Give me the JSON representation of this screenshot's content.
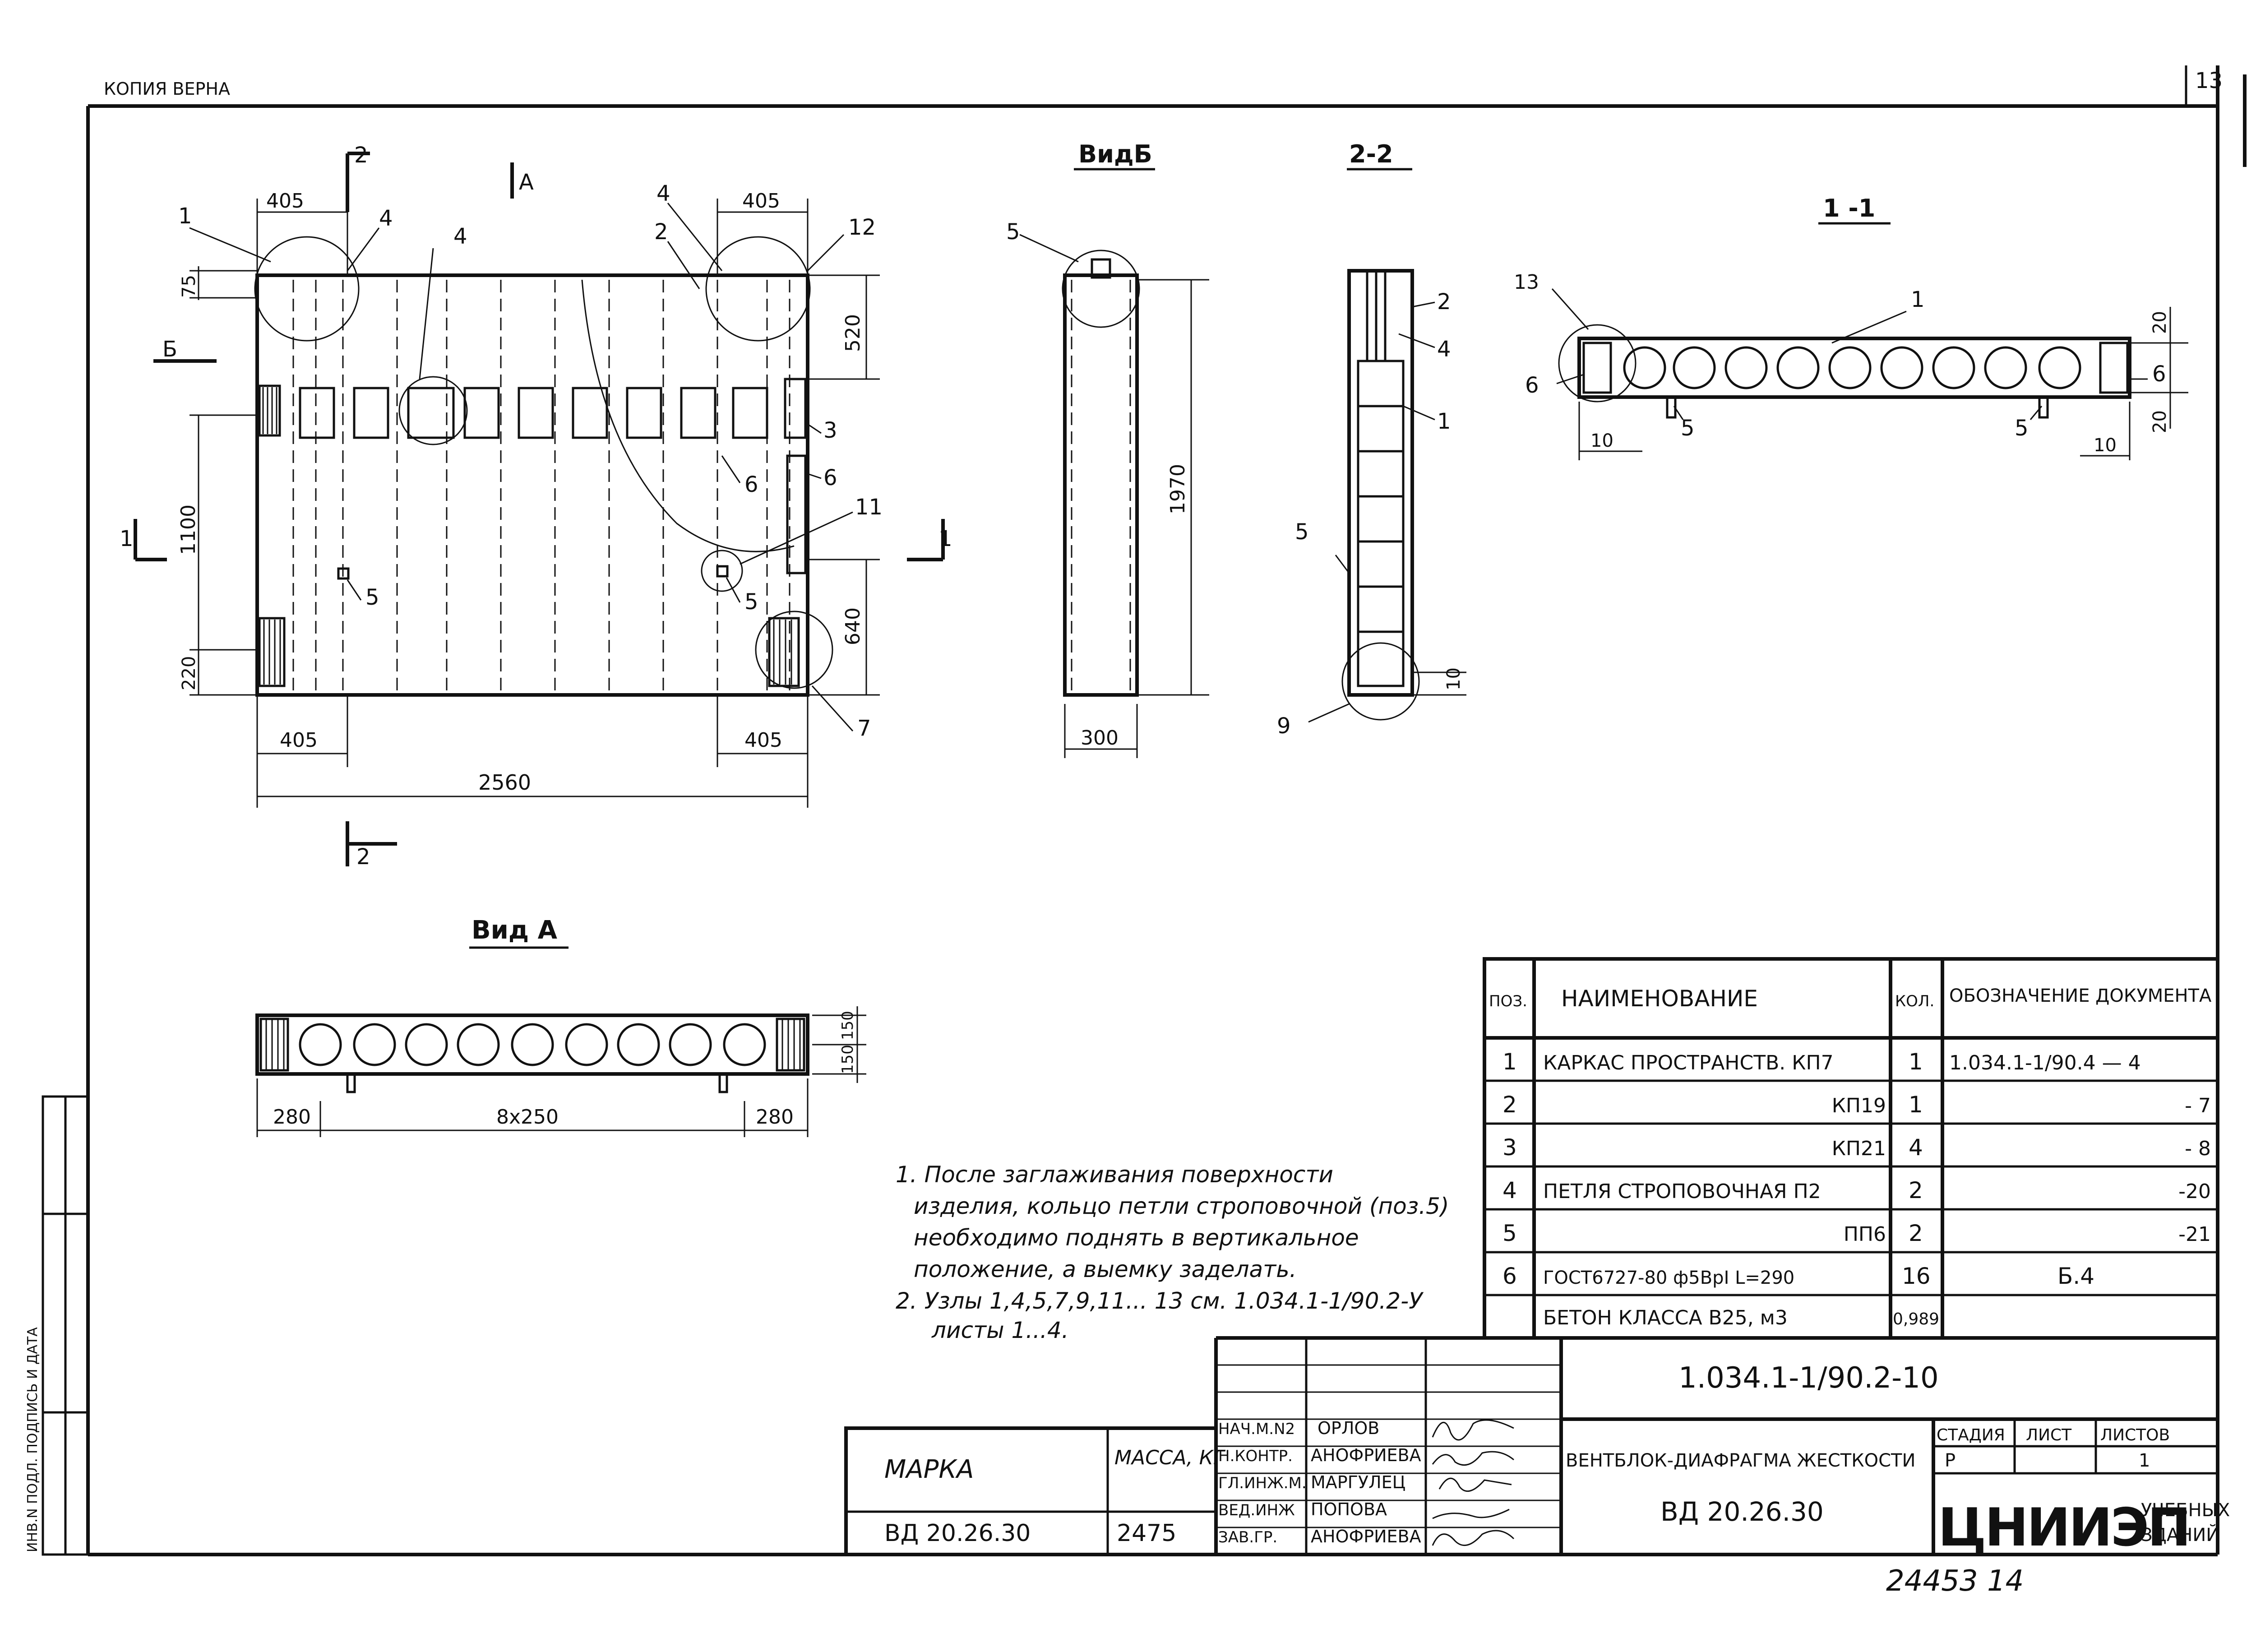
{
  "header": {
    "copy_note": "КОПИЯ ВЕРНА",
    "sheet_corner": "13"
  },
  "views": {
    "vid_b": "ВидБ",
    "section_2_2": "2-2",
    "section_1_1": "1 -1",
    "vid_a": "Вид А",
    "marker_a": "А",
    "marker_b": "Б",
    "marker_2": "2",
    "marker_1": "1"
  },
  "dimensions": {
    "main": [
      "405",
      "405",
      "75",
      "520",
      "1100",
      "640",
      "220",
      "405",
      "405",
      "2560"
    ],
    "vid_b": [
      "1970",
      "300"
    ],
    "sec22": [
      "10"
    ],
    "sec11": [
      "20",
      "20",
      "10",
      "10"
    ],
    "vid_a": [
      "280",
      "8x250",
      "280",
      "150",
      "150"
    ]
  },
  "callouts": {
    "main": [
      "1",
      "4",
      "4",
      "4",
      "2",
      "12",
      "3",
      "6",
      "6",
      "11",
      "5",
      "5",
      "7"
    ],
    "vid_b": [
      "5"
    ],
    "sec22": [
      "2",
      "4",
      "1",
      "5",
      "9"
    ],
    "sec11": [
      "13",
      "1",
      "6",
      "6",
      "5",
      "5"
    ]
  },
  "notes": [
    "1. После заглаживания поверхности",
    "изделия, кольцо петли строповочной (поз.5)",
    "необходимо поднять в вертикальное",
    "положение, а выемку заделать.",
    "2. Узлы 1,4,5,7,9,11... 13 см. 1.034.1-1/90.2-У",
    "листы 1...4."
  ],
  "spec_table": {
    "headers": [
      "ПОЗ.",
      "НАИМЕНОВАНИЕ",
      "КОЛ.",
      "ОБОЗНАЧЕНИЕ ДОКУМЕНТА"
    ],
    "rows": [
      {
        "pos": "1",
        "name": "КАРКАС ПРОСТРАНСТВ. КП7",
        "qty": "1",
        "doc": "1.034.1-1/90.4 — 4"
      },
      {
        "pos": "2",
        "name": "КП19",
        "qty": "1",
        "doc": "- 7"
      },
      {
        "pos": "3",
        "name": "КП21",
        "qty": "4",
        "doc": "- 8"
      },
      {
        "pos": "4",
        "name": "ПЕТЛЯ СТРОПОВОЧНАЯ П2",
        "qty": "2",
        "doc": "-20"
      },
      {
        "pos": "5",
        "name": "ПП6",
        "qty": "2",
        "doc": "-21"
      },
      {
        "pos": "6",
        "name": "ГОСТ6727-80 ф5ВрI L=290",
        "qty": "16",
        "doc": "Б.4"
      },
      {
        "pos": "",
        "name": "БЕТОН КЛАССА В25, м3",
        "qty": "0,989",
        "doc": ""
      }
    ]
  },
  "title_block": {
    "doc_code": "1.034.1-1/90.2-10",
    "product_name": "ВЕНТБЛОК-ДИАФРАГМА ЖЕСТКОСТИ",
    "product_mark": "ВД 20.26.30",
    "mark_header": "МАРКА",
    "mass_header": "МАССА, КГ",
    "mark_value": "ВД 20.26.30",
    "mass_value": "2475",
    "stage_header": "СТАДИЯ",
    "sheet_header": "ЛИСТ",
    "sheets_header": "ЛИСТОВ",
    "stage_value": "Р",
    "sheet_value": "",
    "sheets_value": "1",
    "org_logo": "ЦНИИЭП",
    "org_sub1": "УЧЕБНЫХ",
    "org_sub2": "ЗДАНИЙ",
    "signatures": [
      {
        "role": "НАЧ.М.N2",
        "name": "ОРЛОВ"
      },
      {
        "role": "Н.КОНТР.",
        "name": "АНОФРИЕВА"
      },
      {
        "role": "ГЛ.ИНЖ.М.",
        "name": "МАРГУЛЕЦ"
      },
      {
        "role": "ВЕД.ИНЖ",
        "name": "ПОПОВА"
      },
      {
        "role": "ЗАВ.ГР.",
        "name": "АНОФРИЕВА"
      }
    ]
  },
  "side_strip": "ИНВ.N ПОДЛ. ПОДПИСЬ И ДАТА",
  "footer_number": "24453 14"
}
